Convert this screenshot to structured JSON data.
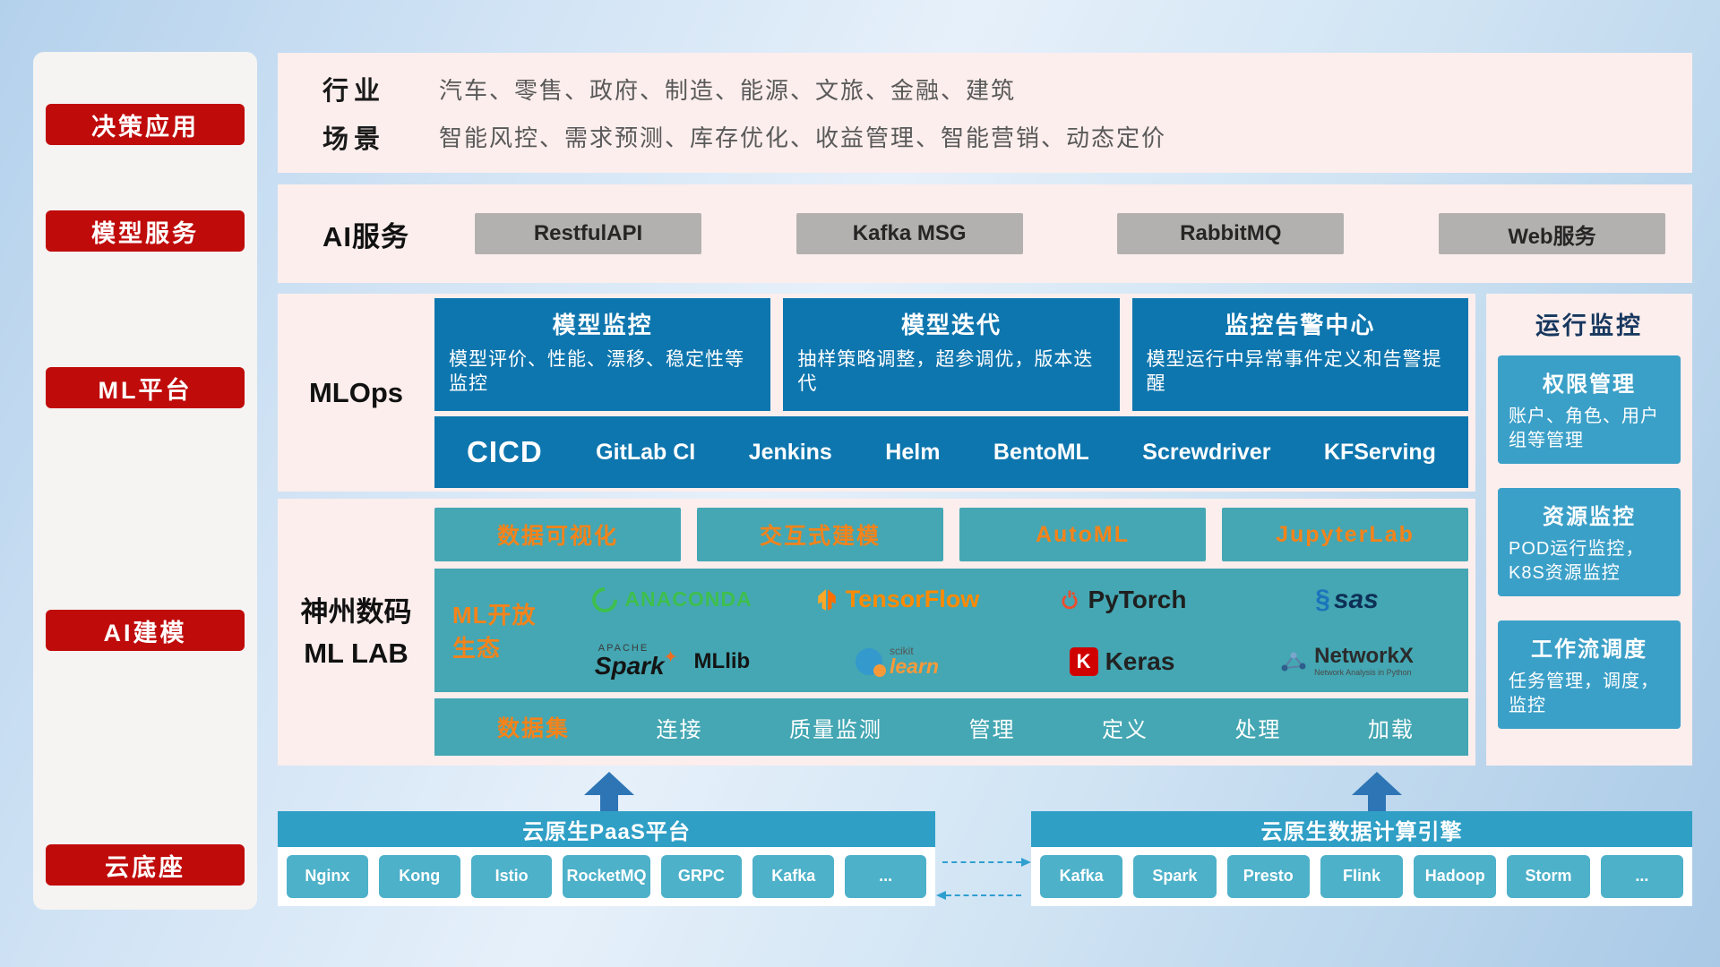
{
  "palette": {
    "accent_red": "#c00b0b",
    "deep_blue": "#0e76ae",
    "teal": "#44a7b3",
    "monitor_blue": "#3ba0c8",
    "bottom_blue": "#2f9fc6",
    "chip_blue": "#4db1c9",
    "orange": "#f3831b",
    "panel_pink": "#fceeed"
  },
  "sidebar": {
    "items": [
      {
        "label": "决策应用"
      },
      {
        "label": "模型服务"
      },
      {
        "label": "ML平台"
      },
      {
        "label": "AI建模"
      },
      {
        "label": "云底座"
      }
    ]
  },
  "industry": {
    "rows": [
      {
        "label": "行业",
        "value": "汽车、零售、政府、制造、能源、文旅、金融、建筑"
      },
      {
        "label": "场景",
        "value": "智能风控、需求预测、库存优化、收益管理、智能营销、动态定价"
      }
    ]
  },
  "ai_service": {
    "label": "AI服务",
    "buttons": [
      "RestfulAPI",
      "Kafka MSG",
      "RabbitMQ",
      "Web服务"
    ]
  },
  "mlops": {
    "label": "MLOps",
    "cards": [
      {
        "title": "模型监控",
        "desc": "模型评价、性能、漂移、稳定性等监控"
      },
      {
        "title": "模型迭代",
        "desc": "抽样策略调整，超参调优，版本迭代"
      },
      {
        "title": "监控告警中心",
        "desc": "模型运行中异常事件定义和告警提醒"
      }
    ],
    "cicd_label": "CICD",
    "cicd_items": [
      "GitLab CI",
      "Jenkins",
      "Helm",
      "BentoML",
      "Screwdriver",
      "KFServing"
    ]
  },
  "monitor": {
    "title": "运行监控",
    "cards": [
      {
        "title": "权限管理",
        "desc": "账户、角色、用户组等管理"
      },
      {
        "title": "资源监控",
        "desc": "POD运行监控，K8S资源监控"
      },
      {
        "title": "工作流调度",
        "desc": "任务管理，调度，监控"
      }
    ]
  },
  "mllab": {
    "label_line1": "神州数码",
    "label_line2": "ML LAB",
    "tool_buttons": [
      "数据可视化",
      "交互式建模",
      "AutoML",
      "JupyterLab"
    ],
    "eco_label": "ML开放生态",
    "logos": {
      "anaconda": "ANACONDA",
      "tensorflow": "TensorFlow",
      "pytorch": "PyTorch",
      "sas": "sas",
      "spark_apache": "APACHE",
      "spark": "Spark",
      "mllib": "MLlib",
      "scikit_top": "scikit",
      "scikit": "learn",
      "keras_mark": "K",
      "keras": "Keras",
      "networkx": "NetworkX",
      "networkx_sub": "Network Analysis in Python"
    },
    "dataset_label": "数据集",
    "dataset_items": [
      "连接",
      "质量监测",
      "管理",
      "定义",
      "处理",
      "加载"
    ]
  },
  "cloud": {
    "paas": {
      "title": "云原生PaaS平台",
      "chips": [
        "Nginx",
        "Kong",
        "Istio",
        "RocketMQ",
        "GRPC",
        "Kafka",
        "..."
      ]
    },
    "engine": {
      "title": "云原生数据计算引擎",
      "chips": [
        "Kafka",
        "Spark",
        "Presto",
        "Flink",
        "Hadoop",
        "Storm",
        "..."
      ]
    }
  },
  "icons": {
    "sas_swirl": "§",
    "spark_star": "✦"
  }
}
